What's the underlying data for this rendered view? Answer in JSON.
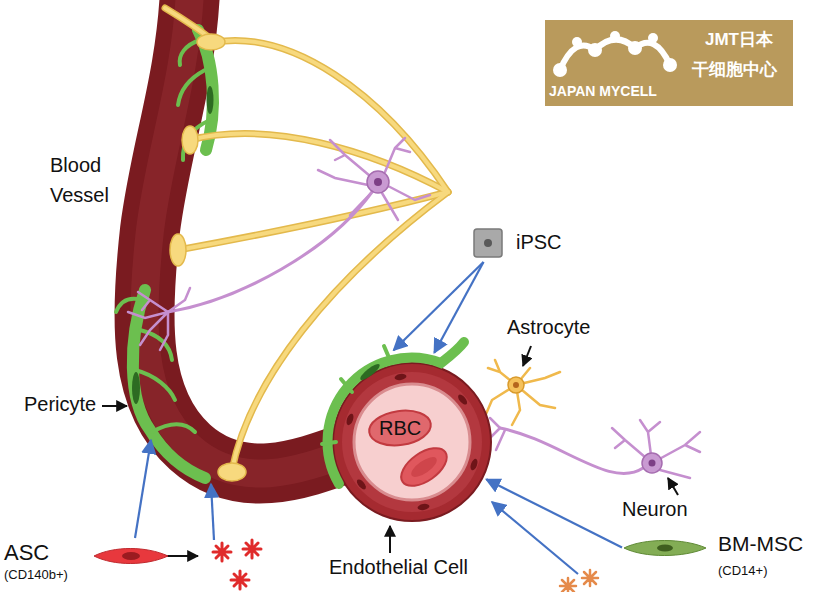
{
  "diagram": {
    "nodes": [
      {
        "text": [
          "JMT日本",
          "干细胞中心",
          "JAPAN MYCELL"
        ]
      },
      {
        "text": [
          "iPSC"
        ]
      },
      {
        "text": [
          "RBC"
        ]
      },
      {
        "text": [
          "ASC",
          "(CD140b+)"
        ]
      },
      {
        "text": [
          "BM-MSC",
          "(CD14+)"
        ]
      }
    ],
    "edges": [
      {
        "from": 1,
        "to": 2,
        "arrow": "to"
      },
      {
        "from": 1,
        "to": 2,
        "arrow": "to"
      },
      {
        "from": 4,
        "to": 2,
        "arrow": "to"
      }
    ],
    "labels": [
      "Blood Vessel",
      "Pericyte",
      "Astrocyte",
      "Neuron",
      "Endothelial Cell"
    ]
  }
}
